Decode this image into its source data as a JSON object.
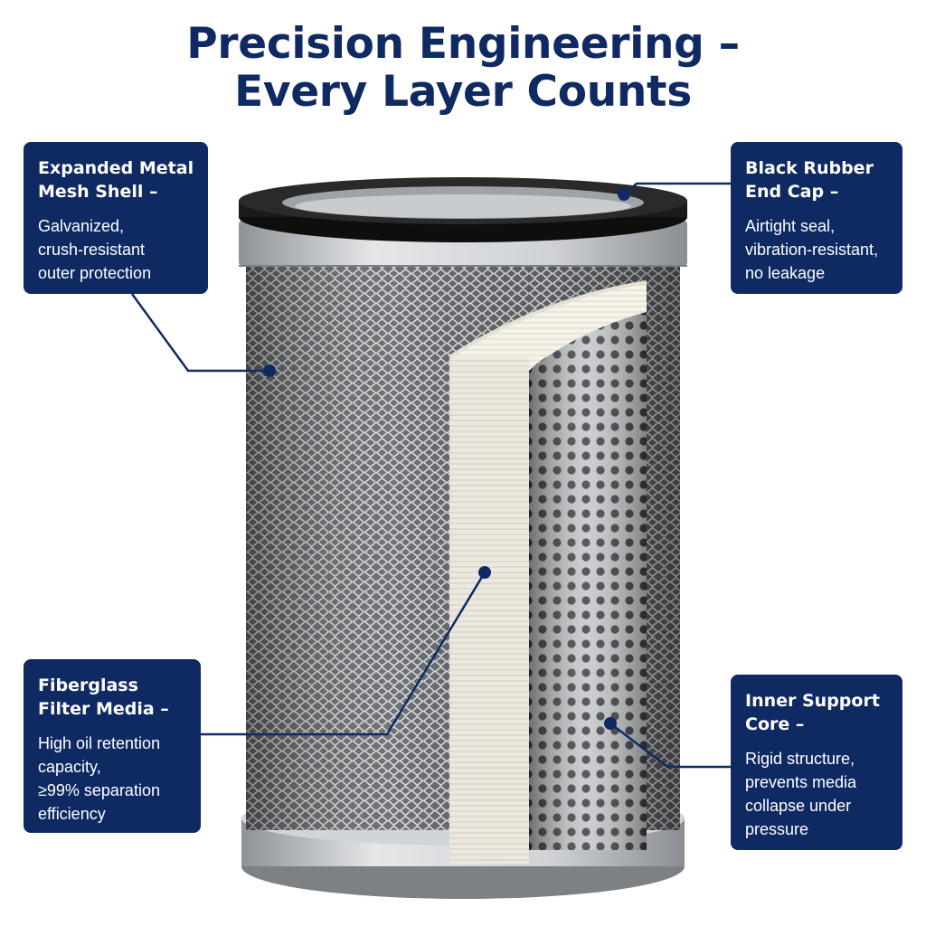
{
  "title": [
    "Precision Engineering –",
    "Every Layer Counts"
  ],
  "callouts": {
    "mesh": {
      "heading": [
        "Expanded Metal",
        "Mesh Shell –"
      ],
      "body": [
        "Galvanized,",
        "crush-resistant",
        "outer protection"
      ]
    },
    "cap": {
      "heading": [
        "Black Rubber",
        "End Cap –"
      ],
      "body": [
        "Airtight seal,",
        "vibration-resistant,",
        "no leakage"
      ]
    },
    "fiber": {
      "heading": [
        "Fiberglass",
        "Filter Media –"
      ],
      "body": [
        "High oil retention",
        "capacity,",
        "≥99% separation",
        "efficiency"
      ]
    },
    "core": {
      "heading": [
        "Inner Support",
        "Core –"
      ],
      "body": [
        "Rigid structure,",
        "prevents media",
        "collapse under",
        "pressure"
      ]
    }
  },
  "colors": {
    "navy": "#0f2a63",
    "rubber": "#1a1a1a",
    "steel": "#b9bcbf",
    "media": "#f4f1ea"
  }
}
